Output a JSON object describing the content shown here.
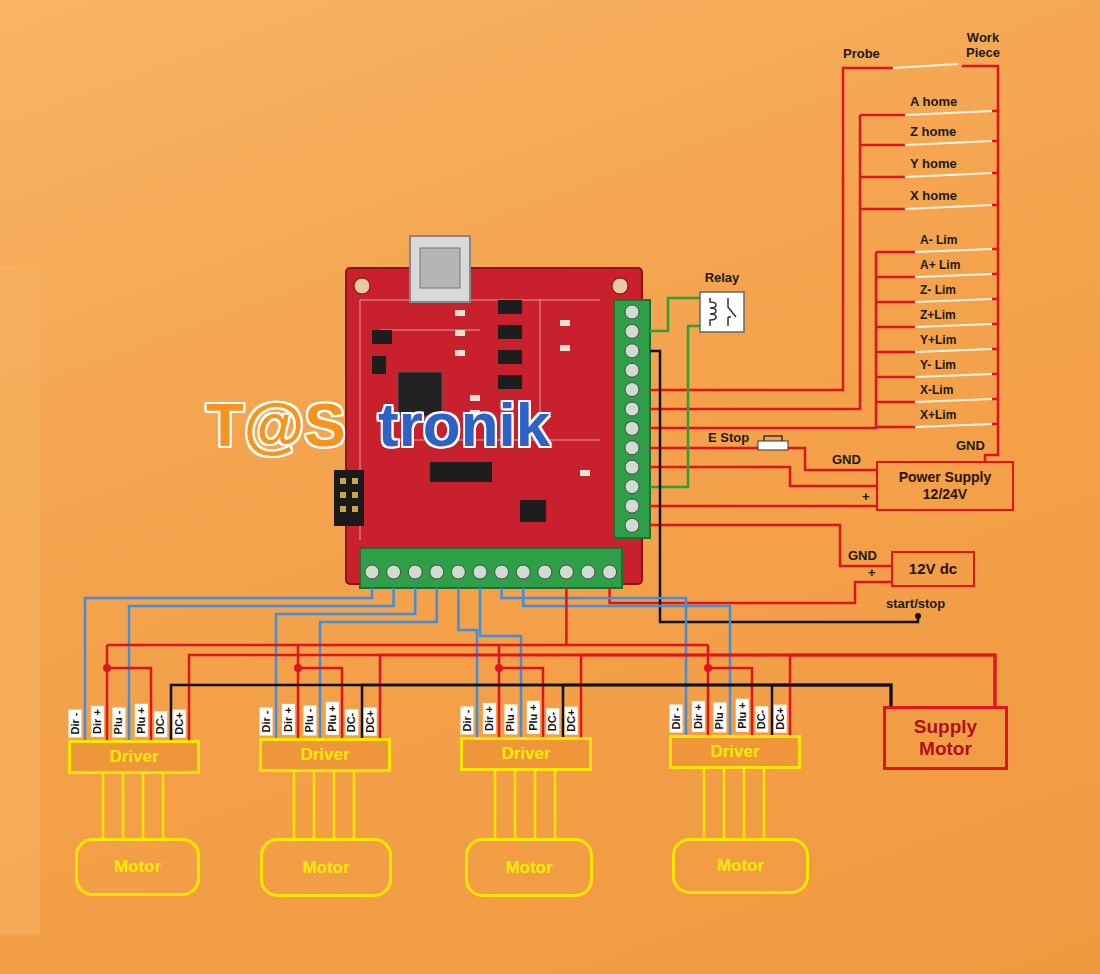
{
  "diagram": {
    "nodes": [
      {
        "text": [
          "Relay"
        ]
      },
      {
        "text": [
          "Power Supply 12/24V"
        ]
      },
      {
        "text": [
          "12V dc"
        ]
      },
      {
        "text": [
          "Driver"
        ]
      },
      {
        "text": [
          "Driver"
        ]
      },
      {
        "text": [
          "Driver"
        ]
      },
      {
        "text": [
          "Driver"
        ]
      },
      {
        "text": [
          "Supply Motor"
        ]
      },
      {
        "text": [
          "Motor"
        ]
      },
      {
        "text": [
          "Motor"
        ]
      },
      {
        "text": [
          "Motor"
        ]
      },
      {
        "text": [
          "Motor"
        ]
      }
    ],
    "edges": [
      {
        "from": 3,
        "to": 8,
        "arrow": "none"
      },
      {
        "from": 3,
        "to": 8,
        "arrow": "none"
      },
      {
        "from": 3,
        "to": 8,
        "arrow": "none"
      },
      {
        "from": 3,
        "to": 8,
        "arrow": "none"
      },
      {
        "from": 4,
        "to": 9,
        "arrow": "none"
      },
      {
        "from": 4,
        "to": 9,
        "arrow": "none"
      },
      {
        "from": 4,
        "to": 9,
        "arrow": "none"
      },
      {
        "from": 4,
        "to": 9,
        "arrow": "none"
      },
      {
        "from": 5,
        "to": 10,
        "arrow": "none"
      },
      {
        "from": 5,
        "to": 10,
        "arrow": "none"
      },
      {
        "from": 5,
        "to": 10,
        "arrow": "none"
      },
      {
        "from": 5,
        "to": 10,
        "arrow": "none"
      },
      {
        "from": 6,
        "to": 11,
        "arrow": "none"
      },
      {
        "from": 6,
        "to": 11,
        "arrow": "none"
      },
      {
        "from": 6,
        "to": 11,
        "arrow": "none"
      },
      {
        "from": 6,
        "to": 11,
        "arrow": "none"
      },
      {
        "from": 7,
        "to": 3,
        "arrow": "none"
      },
      {
        "from": 7,
        "to": 3,
        "arrow": "none"
      },
      {
        "from": 7,
        "to": 4,
        "arrow": "none"
      },
      {
        "from": 7,
        "to": 4,
        "arrow": "none"
      },
      {
        "from": 7,
        "to": 5,
        "arrow": "none"
      },
      {
        "from": 7,
        "to": 5,
        "arrow": "none"
      },
      {
        "from": 7,
        "to": 6,
        "arrow": "none"
      },
      {
        "from": 7,
        "to": 6,
        "arrow": "none"
      }
    ],
    "labels": [
      "T@S",
      "tronik",
      "Probe",
      "Work Piece",
      "A home",
      "Z home",
      "Y home",
      "X home",
      "A- Lim",
      "A+ Lim",
      "Z- Lim",
      "Z+Lim",
      "Y+Lim",
      "Y- Lim",
      "X-Lim",
      "X+Lim",
      "E Stop",
      "GND",
      "GND",
      "+",
      "GND",
      "+",
      "start/stop",
      "Dir -",
      "Dir +",
      "Plu -",
      "Plu +",
      "DC-",
      "DC+",
      "Dir -",
      "Dir +",
      "Plu -",
      "Plu +",
      "DC-",
      "DC+",
      "Dir -",
      "Dir +",
      "Plu -",
      "Plu +",
      "DC-",
      "DC+",
      "Dir -",
      "Dir +",
      "Plu -",
      "Plu +",
      "DC-",
      "DC+"
    ]
  }
}
